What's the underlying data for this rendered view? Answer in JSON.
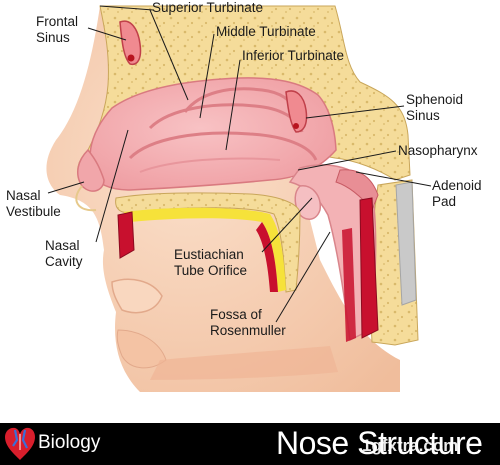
{
  "labels": {
    "frontal_sinus": "Frontal\nSinus",
    "superior_turbinate": "Superior Turbinate",
    "middle_turbinate": "Middle Turbinate",
    "inferior_turbinate": "Inferior Turbinate",
    "sphenoid_sinus": "Sphenoid\nSinus",
    "nasopharynx": "Nasopharynx",
    "adenoid_pad": "Adenoid\nPad",
    "nasal_vestibule": "Nasal\nVestibule",
    "nasal_cavity": "Nasal\nCavity",
    "eustachian_tube_orifice": "Eustiachian\nTube Orifice",
    "fossa_of_rosenmuller": "Fossa of\nRosenmuller"
  },
  "footer": {
    "category": "Biology",
    "title": "Nose Structure",
    "watermark": "1gfxtra.com"
  },
  "colors": {
    "bone": "#f5dc9a",
    "bone_pore": "#d9b96b",
    "mucosa": "#f2a8ac",
    "mucosa_dark": "#e07f86",
    "skin": "#f6cfb2",
    "muscle": "#c8102e",
    "fat": "#f6e23a",
    "footer_bg": "#000000"
  },
  "icons": {
    "footer": "heart-icon"
  }
}
